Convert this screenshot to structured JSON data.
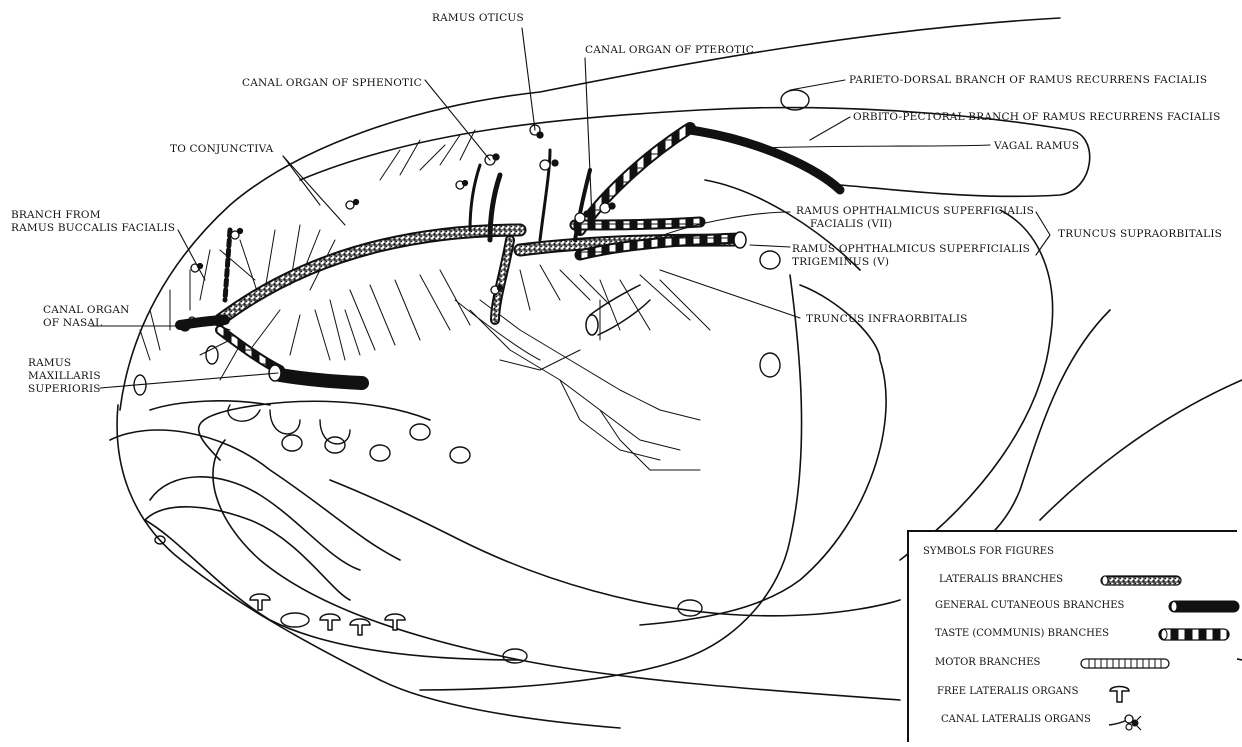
{
  "labels": {
    "ramus_oticus": "RAMUS OTICUS",
    "canal_organ_pterotic": "CANAL ORGAN OF PTEROTIC",
    "canal_organ_sphenotic": "CANAL ORGAN OF SPHENOTIC",
    "parieto_dorsal": "PARIETO-DORSAL BRANCH OF RAMUS RECURRENS FACIALIS",
    "orbito_pectoral": "ORBITO-PECTORAL BRANCH OF RAMUS RECURRENS FACIALIS",
    "to_conjunctiva": "TO CONJUNCTIVA",
    "vagal_ramus": "VAGAL RAMUS",
    "branch_from_line1": "BRANCH FROM",
    "branch_from_line2": "RAMUS BUCCALIS FACIALIS",
    "ros_facialis_line1": "RAMUS OPHTHALMICUS SUPERFICIALIS",
    "ros_facialis_line2": "FACIALIS (VII)",
    "truncus_supraorbitalis": "TRUNCUS SUPRAORBITALIS",
    "ros_trigeminus_line1": "RAMUS OPHTHALMICUS SUPERFICIALIS",
    "ros_trigeminus_line2": "TRIGEMINUS (V)",
    "canal_nasal_line1": "CANAL ORGAN",
    "canal_nasal_line2": "OF NASAL",
    "truncus_infraorbitalis": "TRUNCUS INFRAORBITALIS",
    "ramus_max_line1": "RAMUS",
    "ramus_max_line2": "MAXILLARIS",
    "ramus_max_line3": "SUPERIORIS"
  },
  "legend": {
    "title": "SYMBOLS FOR FIGURES",
    "items": [
      {
        "label": "LATERALIS BRANCHES",
        "symbol": "dotted-tube"
      },
      {
        "label": "GENERAL CUTANEOUS BRANCHES",
        "symbol": "solid-black-tube"
      },
      {
        "label": "TASTE (COMMUNIS) BRANCHES",
        "symbol": "banded-tube"
      },
      {
        "label": "MOTOR BRANCHES",
        "symbol": "segmented-tube"
      },
      {
        "label": "FREE LATERALIS ORGANS",
        "symbol": "mushroom-organ"
      },
      {
        "label": "CANAL LATERALIS ORGANS",
        "symbol": "canal-organ"
      }
    ]
  }
}
